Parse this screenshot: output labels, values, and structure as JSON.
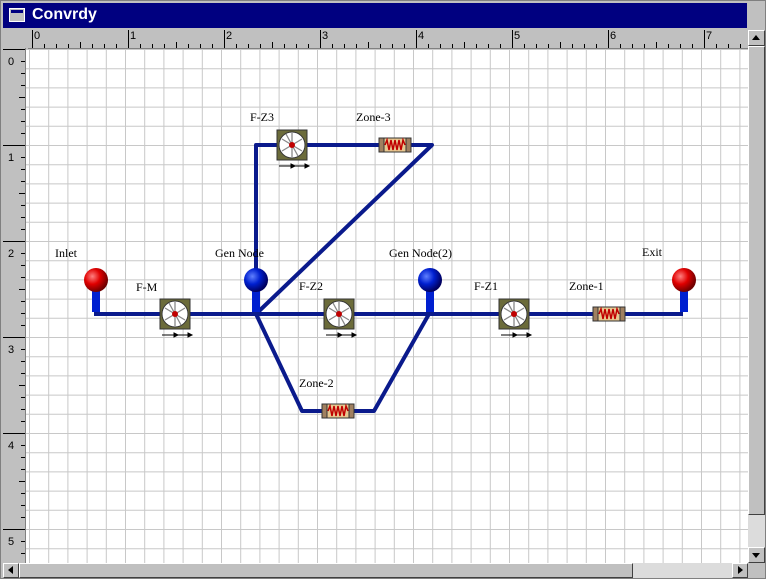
{
  "window": {
    "title": "Convrdy",
    "icon": "window-icon"
  },
  "rulers": {
    "horizontal_labels": [
      "0",
      "1",
      "2",
      "3",
      "4",
      "5",
      "6",
      "7"
    ],
    "vertical_labels": [
      "0",
      "1",
      "2",
      "3",
      "4",
      "5"
    ]
  },
  "diagram": {
    "nodes": {
      "inlet": "Inlet",
      "gen_node": "Gen Node",
      "gen_node_2": "Gen Node(2)",
      "exit": "Exit"
    },
    "fans": {
      "fm": "F-M",
      "fz3": "F-Z3",
      "fz2": "F-Z2",
      "fz1": "F-Z1"
    },
    "zones": {
      "zone3": "Zone-3",
      "zone2": "Zone-2",
      "zone1": "Zone-1"
    },
    "colors": {
      "duct": "#0a1a8c",
      "inlet_exit_node": "#e00000",
      "gen_node": "#0020d0",
      "grid": "#c8c8c8"
    }
  }
}
